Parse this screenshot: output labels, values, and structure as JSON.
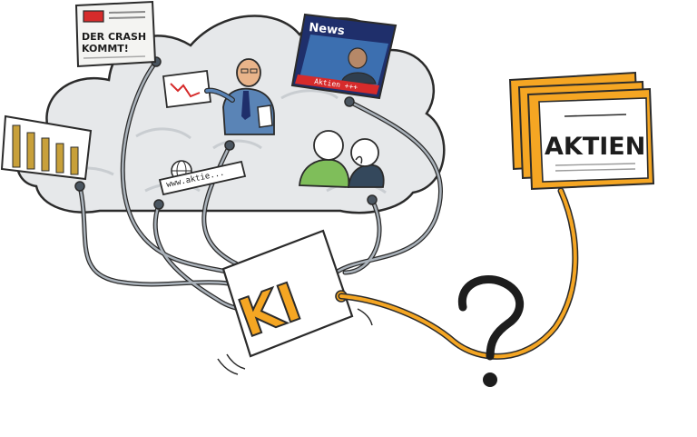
{
  "sources": {
    "newspaper_headline_line1": "DER CRASH",
    "newspaper_headline_line2": "KOMMT!",
    "tv_title": "News",
    "tv_ticker": "Aktien +++",
    "website_url": "www.aktie..."
  },
  "ai_box": {
    "label": "KI"
  },
  "stocks_cards": {
    "label": "AKTIEN"
  },
  "question_mark": "?",
  "colors": {
    "accent_orange": "#f5a623",
    "orange_dark": "#d9860f",
    "cloud_fill": "#e6e8ea",
    "cable_gray": "#9aa3ab",
    "news_red": "#d62b2b",
    "tv_frame": "#1f2f6b",
    "chart_gold": "#c8a03a"
  }
}
